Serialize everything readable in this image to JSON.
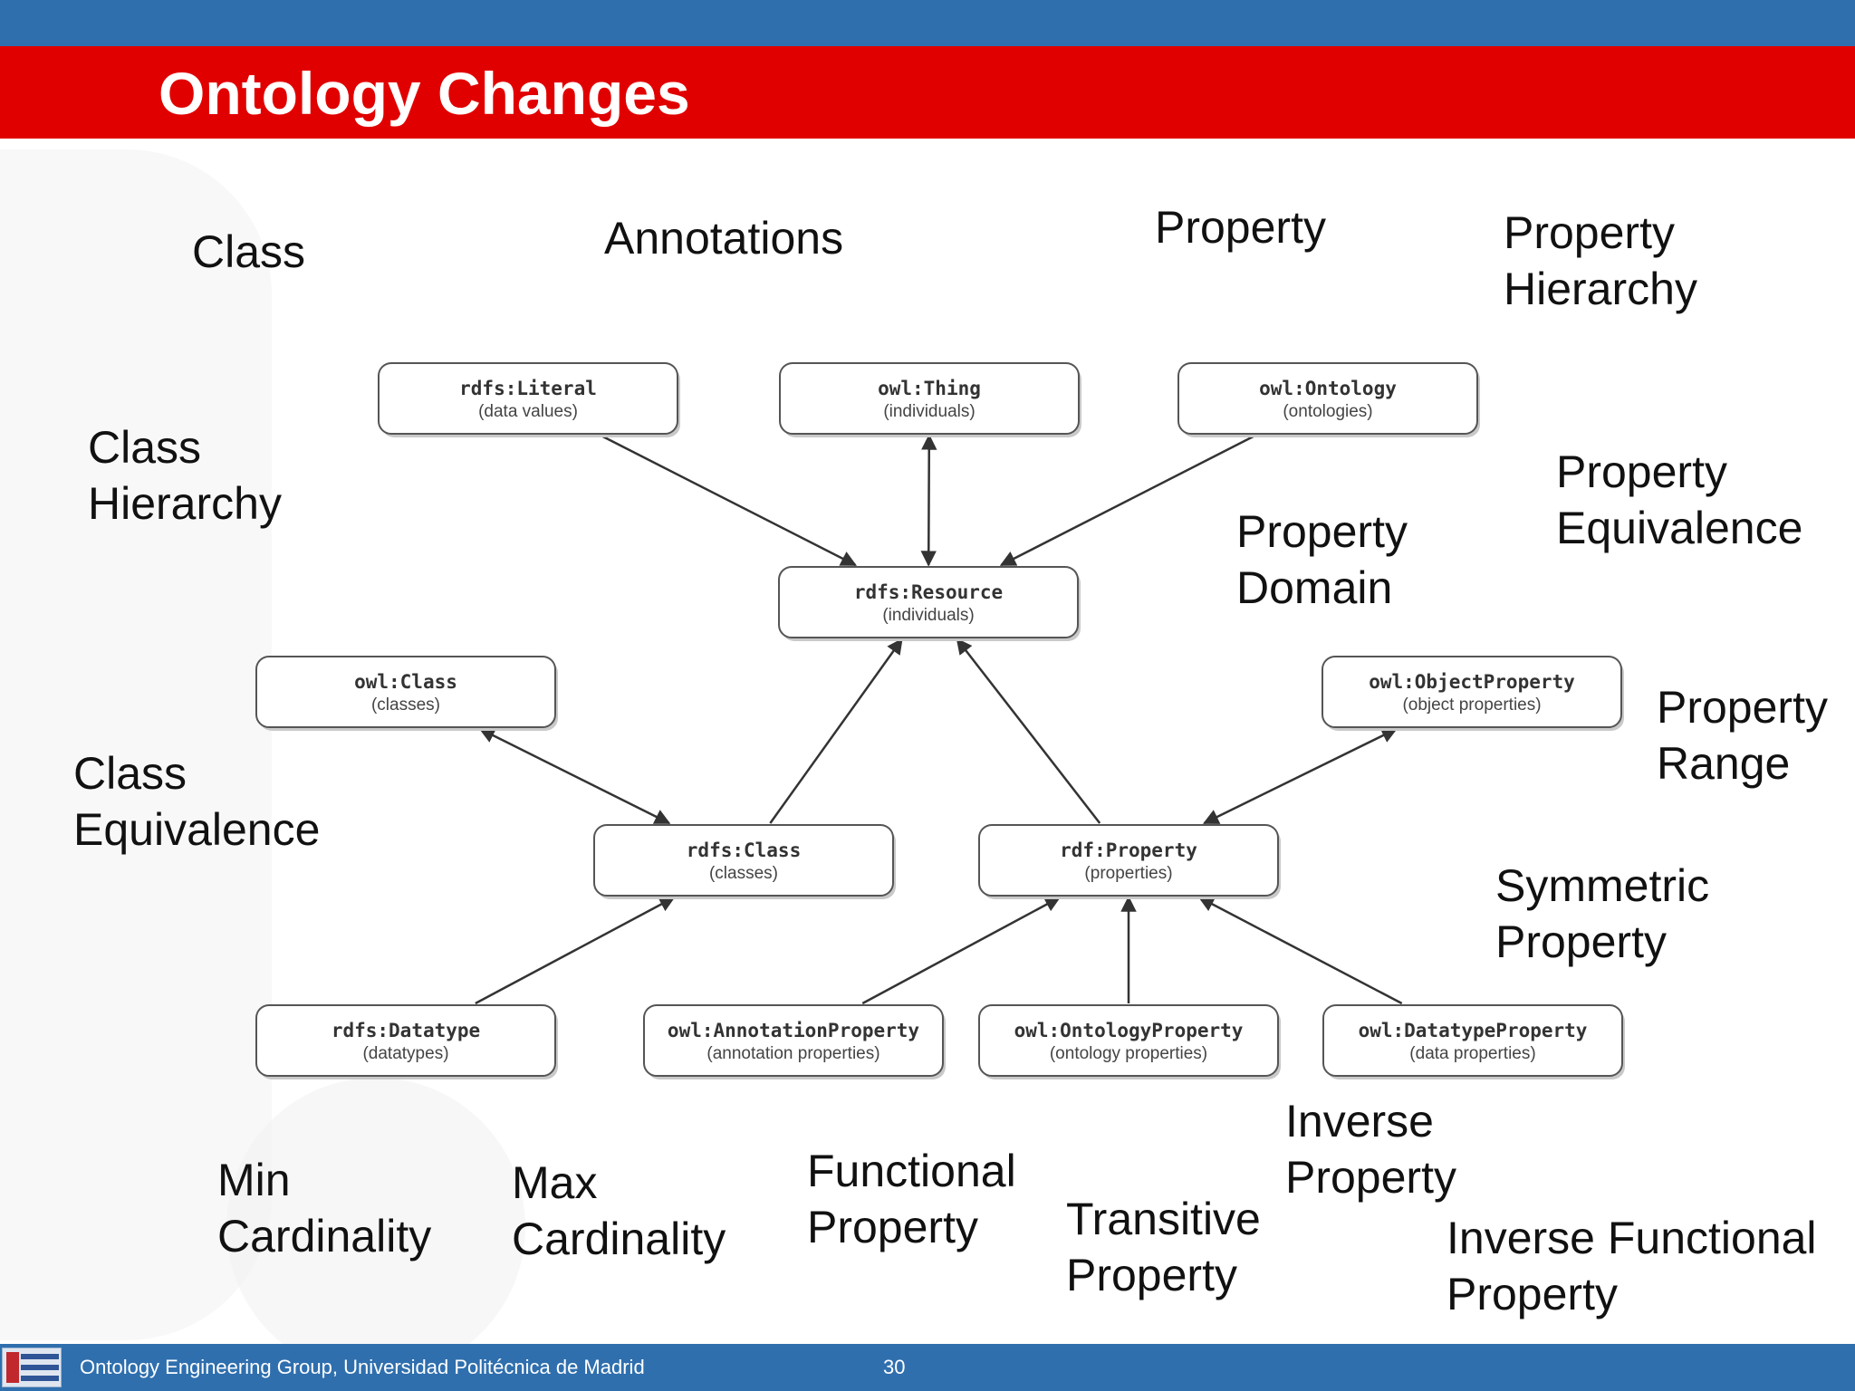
{
  "slide": {
    "title": "Ontology Changes",
    "footer": "Ontology Engineering Group, Universidad Politécnica de Madrid",
    "page_number": "30"
  },
  "nodes": [
    {
      "id": "literal",
      "name": "rdfs:Literal",
      "desc": "(data values)"
    },
    {
      "id": "thing",
      "name": "owl:Thing",
      "desc": "(individuals)"
    },
    {
      "id": "ontology",
      "name": "owl:Ontology",
      "desc": "(ontologies)"
    },
    {
      "id": "resource",
      "name": "rdfs:Resource",
      "desc": "(individuals)"
    },
    {
      "id": "owlclass",
      "name": "owl:Class",
      "desc": "(classes)"
    },
    {
      "id": "objprop",
      "name": "owl:ObjectProperty",
      "desc": "(object properties)"
    },
    {
      "id": "rdfsclass",
      "name": "rdfs:Class",
      "desc": "(classes)"
    },
    {
      "id": "rdfprop",
      "name": "rdf:Property",
      "desc": "(properties)"
    },
    {
      "id": "datatype",
      "name": "rdfs:Datatype",
      "desc": "(datatypes)"
    },
    {
      "id": "annprop",
      "name": "owl:AnnotationProperty",
      "desc": "(annotation properties)"
    },
    {
      "id": "ontprop",
      "name": "owl:OntologyProperty",
      "desc": "(ontology properties)"
    },
    {
      "id": "dtprop",
      "name": "owl:DatatypeProperty",
      "desc": "(data properties)"
    }
  ],
  "edges": [
    {
      "from": "literal",
      "to": "resource",
      "bidirectional": false
    },
    {
      "from": "thing",
      "to": "resource",
      "bidirectional": true
    },
    {
      "from": "ontology",
      "to": "resource",
      "bidirectional": false
    },
    {
      "from": "rdfsclass",
      "to": "resource",
      "bidirectional": false
    },
    {
      "from": "rdfprop",
      "to": "resource",
      "bidirectional": false
    },
    {
      "from": "owlclass",
      "to": "rdfsclass",
      "bidirectional": true
    },
    {
      "from": "datatype",
      "to": "rdfsclass",
      "bidirectional": false
    },
    {
      "from": "objprop",
      "to": "rdfprop",
      "bidirectional": true
    },
    {
      "from": "annprop",
      "to": "rdfprop",
      "bidirectional": false
    },
    {
      "from": "ontprop",
      "to": "rdfprop",
      "bidirectional": false
    },
    {
      "from": "dtprop",
      "to": "rdfprop",
      "bidirectional": false
    }
  ],
  "labels": {
    "class": "Class",
    "annotations": "Annotations",
    "property": "Property",
    "property_hierarchy": "Property\nHierarchy",
    "class_hierarchy": "Class\nHierarchy",
    "property_domain": "Property\nDomain",
    "property_equivalence": "Property\nEquivalence",
    "class_equivalence": "Class\nEquivalence",
    "property_range": "Property\nRange",
    "symmetric_property": "Symmetric\nProperty",
    "min_cardinality": "Min\nCardinality",
    "max_cardinality": "Max\nCardinality",
    "functional_property": "Functional\nProperty",
    "transitive_property": "Transitive\nProperty",
    "inverse_property": "Inverse\nProperty",
    "inverse_functional_property": "Inverse Functional\nProperty"
  }
}
